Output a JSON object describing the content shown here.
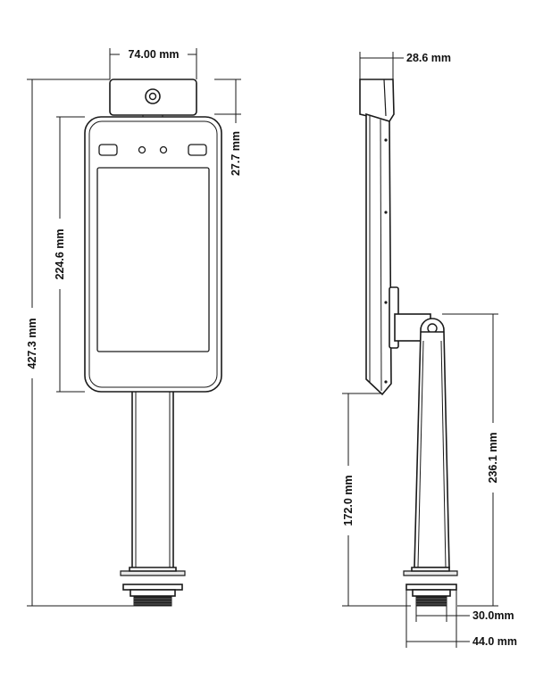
{
  "front_view": {
    "camera_width": "74.00 mm",
    "screen_height": "224.6 mm",
    "total_height": "427.3 mm"
  },
  "side_view": {
    "camera_depth": "28.6 mm",
    "camera_height": "27.7 mm",
    "pole_height": "236.1 mm",
    "lower_height": "172.0 mm",
    "thread_diameter": "30.0mm",
    "base_diameter": "44.0 mm"
  }
}
